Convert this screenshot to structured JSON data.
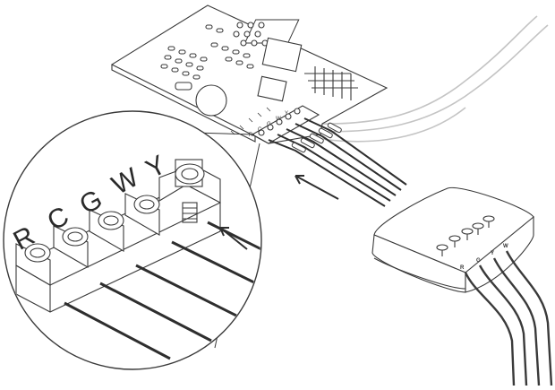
{
  "diagram": {
    "terminals": [
      {
        "key": "r",
        "label": "R"
      },
      {
        "key": "c",
        "label": "C"
      },
      {
        "key": "g",
        "label": "G"
      },
      {
        "key": "w",
        "label": "W"
      },
      {
        "key": "y",
        "label": "Y"
      }
    ],
    "adapter_terminals": [
      {
        "key": "r",
        "label": "R"
      },
      {
        "key": "g",
        "label": "G"
      },
      {
        "key": "y",
        "label": "Y"
      },
      {
        "key": "w",
        "label": "W"
      }
    ],
    "colors": {
      "line": "#3a3a3a",
      "light_line": "#9a9a9a",
      "fill": "#ffffff",
      "wire_dark": "#2e2e2e",
      "wire_light": "#b5b5b5"
    }
  }
}
